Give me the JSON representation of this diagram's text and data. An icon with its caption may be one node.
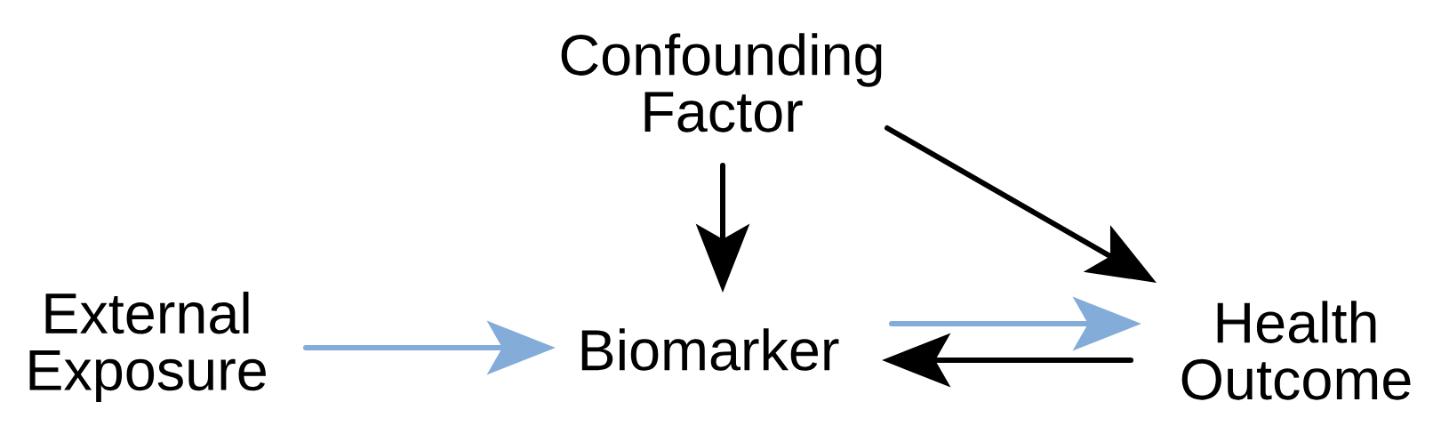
{
  "diagram": {
    "nodes": [
      {
        "text": [
          "Confounding Factor"
        ]
      },
      {
        "text": [
          "External Exposure"
        ]
      },
      {
        "text": [
          "Biomarker"
        ]
      },
      {
        "text": [
          "Health Outcome"
        ]
      }
    ],
    "edges": [
      {
        "from": 0,
        "to": 2,
        "arrow": "to"
      },
      {
        "from": 0,
        "to": 3,
        "arrow": "to"
      },
      {
        "from": 1,
        "to": 2,
        "arrow": "to",
        "color": "#84acd9"
      },
      {
        "from": 2,
        "to": 3,
        "arrow": "to",
        "color": "#84acd9"
      },
      {
        "from": 3,
        "to": 2,
        "arrow": "to"
      }
    ]
  }
}
